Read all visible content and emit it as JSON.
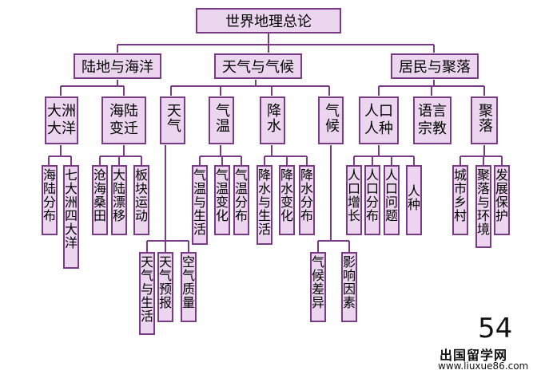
{
  "root": "世界地理总论",
  "level1": [
    "陆地与海洋",
    "天气与气候",
    "居民与聚落"
  ],
  "level2": [
    "大洲大洋",
    "海陆变迁",
    "天气",
    "气温",
    "降水",
    "气候",
    "人口人种",
    "语言宗教",
    "聚落"
  ],
  "level3": [
    "海陆分布",
    "七大洲四大洋",
    "沧海桑田",
    "大陆漂移",
    "板块运动",
    "气温与生活",
    "气温变化",
    "气温分布",
    "降水与生活",
    "降水变化",
    "降水分布",
    "人口增长",
    "人口分布",
    "人口问题",
    "人种",
    "城市乡村",
    "聚落与环境",
    "发展保护",
    "天气与生活",
    "天气预报",
    "空气质量",
    "气候差异",
    "影响因素"
  ],
  "watermark": {
    "number": "54",
    "site_cn": "出国留学网",
    "site_url": "www.liuxue86.com"
  }
}
